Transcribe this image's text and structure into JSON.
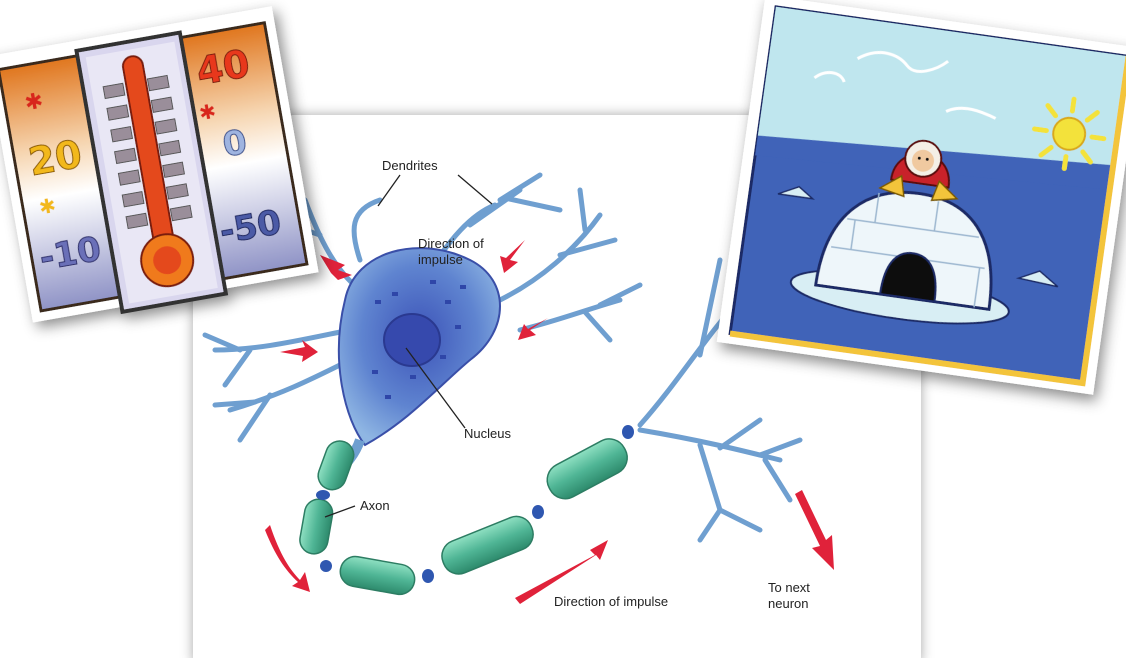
{
  "neuron": {
    "labels": {
      "dendrites": "Dendrites",
      "direction_top_line1": "Direction of",
      "direction_top_line2": "impulse",
      "nucleus": "Nucleus",
      "axon": "Axon",
      "direction_bottom": "Direction of impulse",
      "next_line1": "To next",
      "next_line2": "neuron"
    }
  },
  "thermometer": {
    "left_scale": [
      "20",
      "-10"
    ],
    "right_scale": [
      "40",
      "0",
      "-50"
    ]
  },
  "colors": {
    "axon_green": "#4fb595",
    "soma_blue": "#4a66c8",
    "dendrite_blue": "#6f9fd0",
    "arrow_red": "#e0223a",
    "sea_blue": "#3f63b8",
    "sky_cyan": "#bfe6ee",
    "frame_yellow": "#f3c43a",
    "thermo_red": "#e44a1c"
  }
}
